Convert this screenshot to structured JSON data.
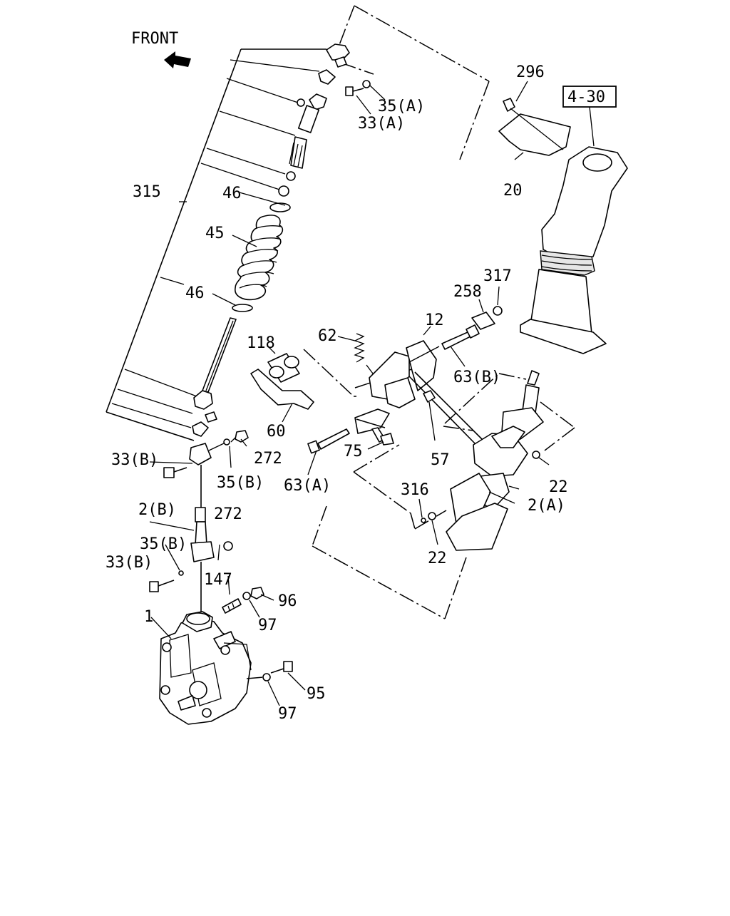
{
  "diagram": {
    "front_label": "FRONT",
    "ref_box": "4-30",
    "labels": {
      "p296": "296",
      "p35a": "35(A)",
      "p33a": "33(A)",
      "p20": "20",
      "p315": "315",
      "p46_top": "46",
      "p45": "45",
      "p46_bot": "46",
      "p317": "317",
      "p258": "258",
      "p12": "12",
      "p118": "118",
      "p62": "62",
      "p63b": "63(B)",
      "p60": "60",
      "p33b_top": "33(B)",
      "p272_top": "272",
      "p35b_top": "35(B)",
      "p75": "75",
      "p57": "57",
      "p63a": "63(A)",
      "p22_right": "22",
      "p2a": "2(A)",
      "p316": "316",
      "p2b": "2(B)",
      "p272_bot": "272",
      "p35b_bot": "35(B)",
      "p33b_bot": "33(B)",
      "p22_bot": "22",
      "p147": "147",
      "p96": "96",
      "p97_top": "97",
      "p1": "1",
      "p95": "95",
      "p97_bot": "97"
    }
  }
}
